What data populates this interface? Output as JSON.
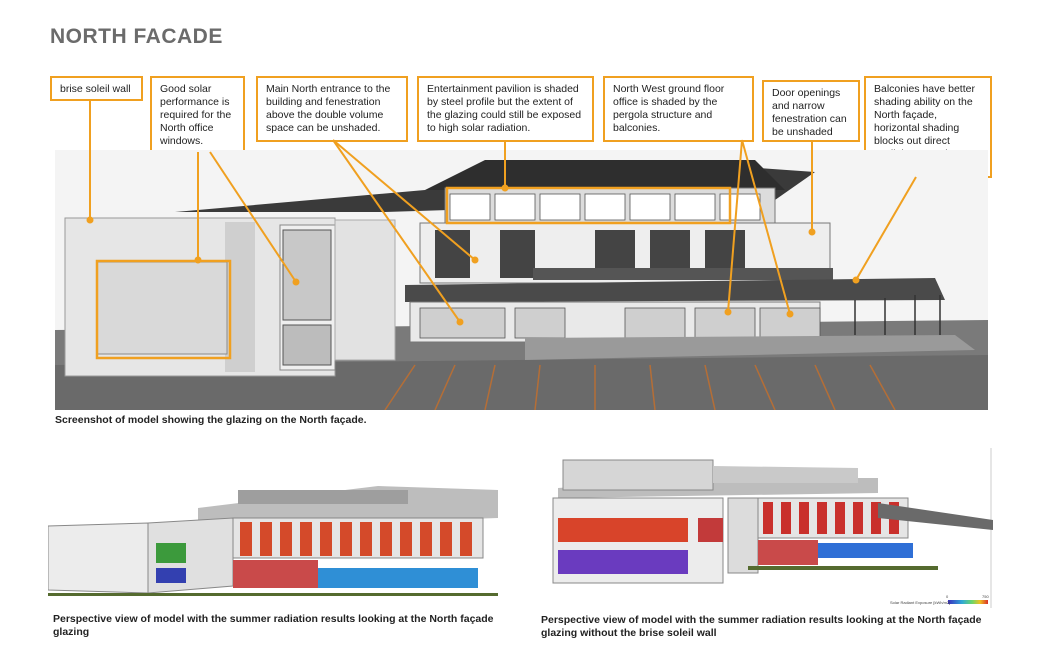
{
  "title": "NORTH FACADE",
  "callouts": [
    "brise soleil wall",
    "Good solar performance is required for the North office windows.",
    "Main North entrance to the building and fenestration above the double volume space can be unshaded.",
    "Entertainment pavilion is shaded by steel profile but the extent of the glazing could still be exposed to high solar radiation.",
    "North West ground floor office is shaded by the pergola structure and balconies.",
    "Door openings and narrow fenestration can be unshaded",
    "Balconies have better shading ability on the North façade, horizontal shading blocks out direct sunlight over a longer time."
  ],
  "captions": {
    "main": "Screenshot of model showing the glazing on the North façade.",
    "left": "Perspective view of model with the summer radiation results looking at the North façade glazing",
    "right": "Perspective view of model with the summer radiation results looking at the North façade glazing without the brise soleil wall"
  },
  "legend": {
    "label": "Solar Radiant Exposure [kWh/m2]",
    "min": "0",
    "max": "750"
  },
  "colors": {
    "accent": "#f0a020",
    "title": "#6b6b6b"
  }
}
